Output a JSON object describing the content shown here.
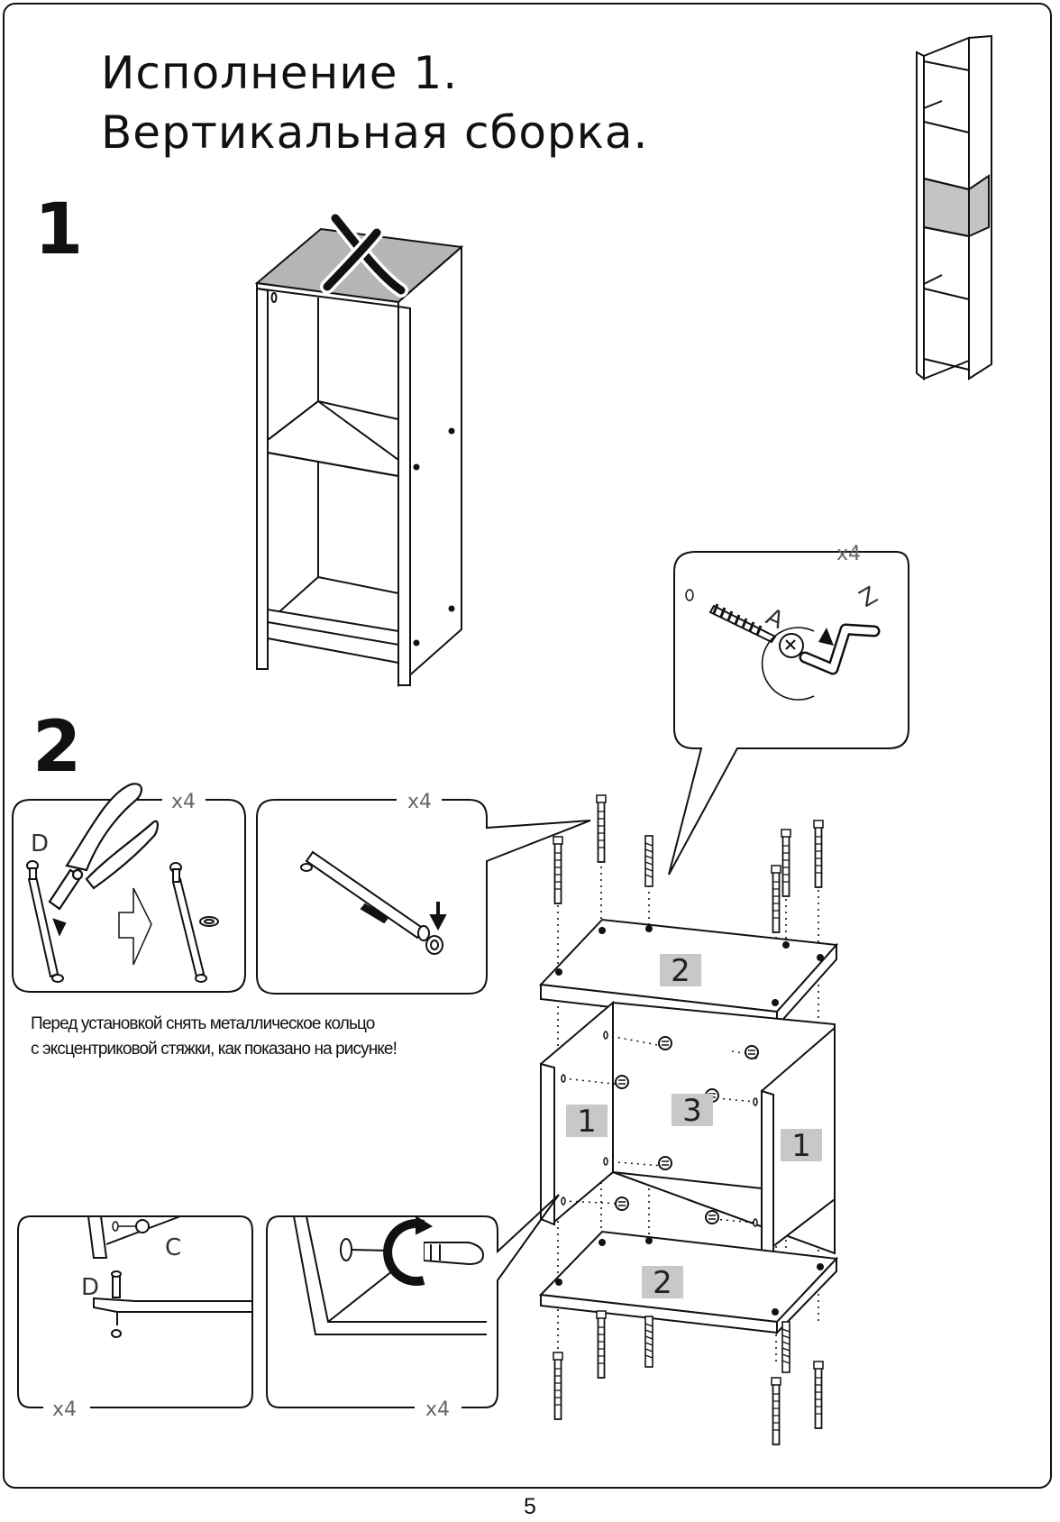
{
  "title": {
    "line1": "Исполнение 1.",
    "line2": "Вертикальная сборка."
  },
  "steps": {
    "step1": "1",
    "step2": "2"
  },
  "counts": {
    "bubble_hardware": "x4",
    "pliers": "x4",
    "eccentric": "x4",
    "dowel_detail": "x4",
    "screwdriver_detail": "x4"
  },
  "labels": {
    "screw": "A",
    "key": "Z",
    "pin": "D",
    "cam": "C",
    "pin_detail": "D"
  },
  "panels": {
    "top": "2",
    "left": "1",
    "back": "3",
    "right": "1",
    "bottom": "2"
  },
  "note": {
    "line1": "Перед установкой снять металлическое кольцо",
    "line2": "с эксцентриковой стяжки, как показано на рисунке!"
  },
  "page_number": "5",
  "colors": {
    "panel_label_bg": "#c8c8c8",
    "highlight_shelf": "#c4c4c4",
    "line": "#111111"
  }
}
